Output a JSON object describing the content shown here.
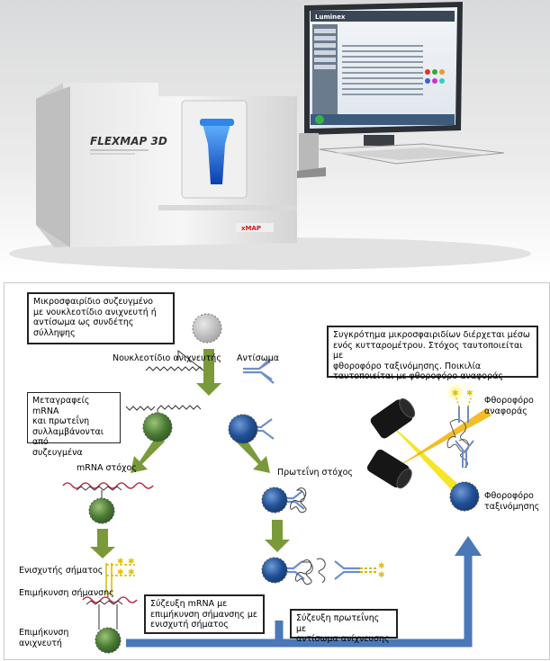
{
  "photo": {
    "instrument_brand": "FLEXMAP 3D",
    "instrument_badge": "xMAP",
    "monitor_brand": "Luminex"
  },
  "diagram": {
    "box_top": "Μικροσφαιρίδιο συζευγμένο\nμε νουκλεοτίδιο ανιχνευτή ή\nαντίσωμα ως συνδέτης\nσύλληψης",
    "label_nucleotide_probe": "Νουκλεοτίδιο ανιχνευτής",
    "label_antibody": "Αντίσωμα",
    "box_mrna": "Μεταγραφείς mRNA\nκαι πρωτεΐνη\nσυλλαμβάνονται από\nσυζευγμένα",
    "label_mrna_target": "mRNA στόχος",
    "label_protein_target": "Πρωτεΐνη στόχος",
    "label_signal_amplifiers": "Ενισχυτής σήματος",
    "label_signal_extension": "Επιμήκυνση σήμανσης",
    "label_probe_extension": "Επιμήκυνση\nανιχνευτή",
    "box_mrna_coupling": "Σύζευξη mRNA με\nεπιμήκυνση σήμανσης με\nενισχυτή σήματος",
    "box_protein_coupling": "Σύζευξη πρωτεΐνης με\nαντίσωμα ανίχνευσης",
    "box_cytometer": "Συγκρότημα μικροσφαιριδίων διέρχεται μέσω\nενός κυτταρομέτρου. Στόχος ταυτοποιείται με\nφθοροφόρο ταξινόμησης. Ποικιλία\nταυτοποιείται με φθοροφόρο αναφοράς",
    "label_reporter_fluorophore": "Φθοροφόρο\nαναφοράς",
    "label_classification_fluorophore": "Φθοροφόρο\nταξινόμησης"
  },
  "colors": {
    "bead_gray": "#b8b8b8",
    "bead_green": "#5f8e3a",
    "bead_blue": "#1f4f93",
    "arrow_green": "#7a9a3a",
    "flow_blue": "#4a78b8",
    "laser_yellow": "#f4e000",
    "mrna_red": "#c0304a"
  }
}
